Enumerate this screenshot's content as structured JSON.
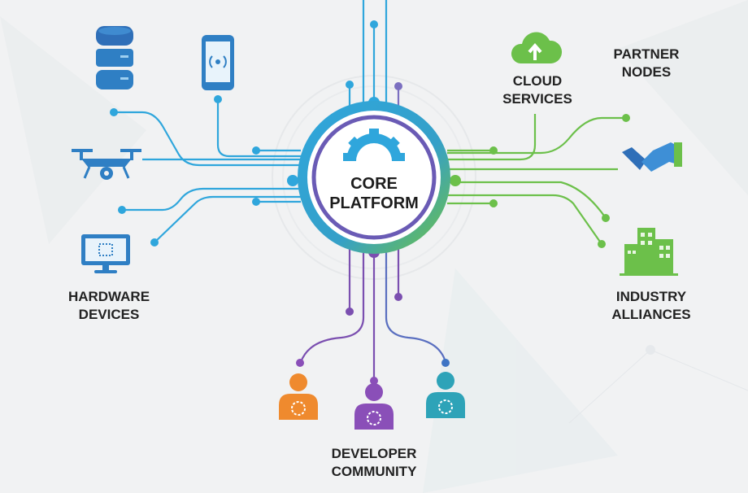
{
  "core": {
    "line1": "CORE",
    "line2": "PLATFORM"
  },
  "groups": {
    "hardware": {
      "line1": "HARDWARE",
      "line2": "DEVICES"
    },
    "cloud": {
      "line1": "CLOUD",
      "line2": "SERVICES"
    },
    "partner": {
      "line1": "PARTNER",
      "line2": "NODES"
    },
    "industry": {
      "line1": "INDUSTRY",
      "line2": "ALLIANCES"
    },
    "developer": {
      "line1": "DEVELOPER",
      "line2": "COMMUNITY"
    }
  },
  "colors": {
    "blue": "#2fa6dc",
    "green": "#6cc04a",
    "purple": "#7b4fb0",
    "orange": "#ef8a2e",
    "teal": "#2ea3b8"
  }
}
